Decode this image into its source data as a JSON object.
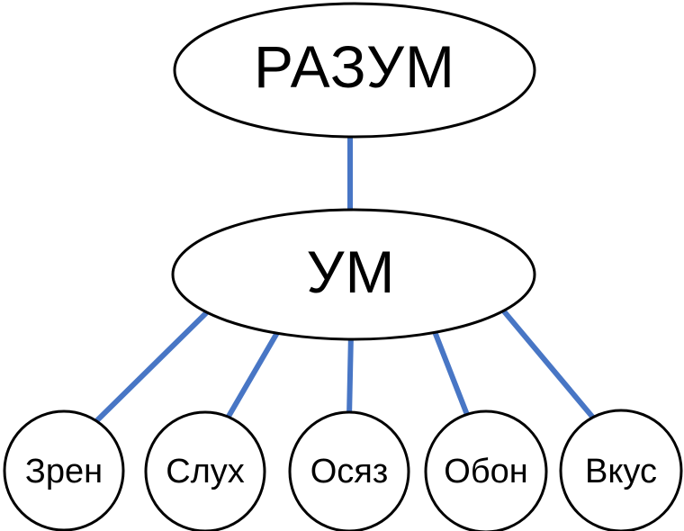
{
  "diagram": {
    "root": {
      "label": "РАЗУМ"
    },
    "mind": {
      "label": "УМ"
    },
    "senses": [
      {
        "label": "Зрен"
      },
      {
        "label": "Слух"
      },
      {
        "label": "Осяз"
      },
      {
        "label": "Обон"
      },
      {
        "label": "Вкус"
      }
    ],
    "colors": {
      "connector": "#4876C5",
      "node_stroke": "#000000",
      "node_fill": "#FFFFFF",
      "label_text": "#000000",
      "background": "#FFFFFF"
    }
  }
}
